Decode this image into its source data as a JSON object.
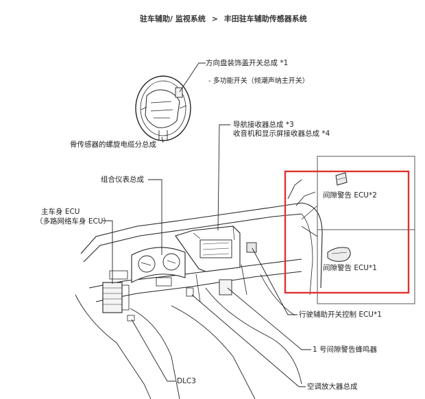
{
  "breadcrumb": {
    "parent": "驻车辅助/ 监视系统",
    "separator": ">",
    "current": "丰田驻车辅助传感器系统"
  },
  "labels": {
    "steering_switch": "方向盘装饰盖开关总成 *1",
    "multi_switch": "- 多功能开关（倾潮声纳主开关）",
    "spiral_cable": "骨传感器的螺旋电缆分总成",
    "nav_receiver": "导航接收器总成 *3",
    "radio_receiver": "收音机和显示屏接收器总成 *4",
    "combination_meter": "组合仪表总成",
    "main_body_ecu": "主车身 ECU",
    "multiplex_ecu": "（多路网络车身 ECU）",
    "clearance_ecu_2": "间隙警告 ECU*2",
    "clearance_ecu_1": "间隙警告 ECU*1",
    "drive_assist_ecu": "行驶辅助开关控制 ECU*1",
    "buzzer": "1 号间隙警告蜂鸣器",
    "dlc3": "DLC3",
    "ac_amplifier": "空调放大器总成"
  },
  "colors": {
    "highlight_box": "#e03030",
    "line": "#222222",
    "text": "#222222"
  }
}
